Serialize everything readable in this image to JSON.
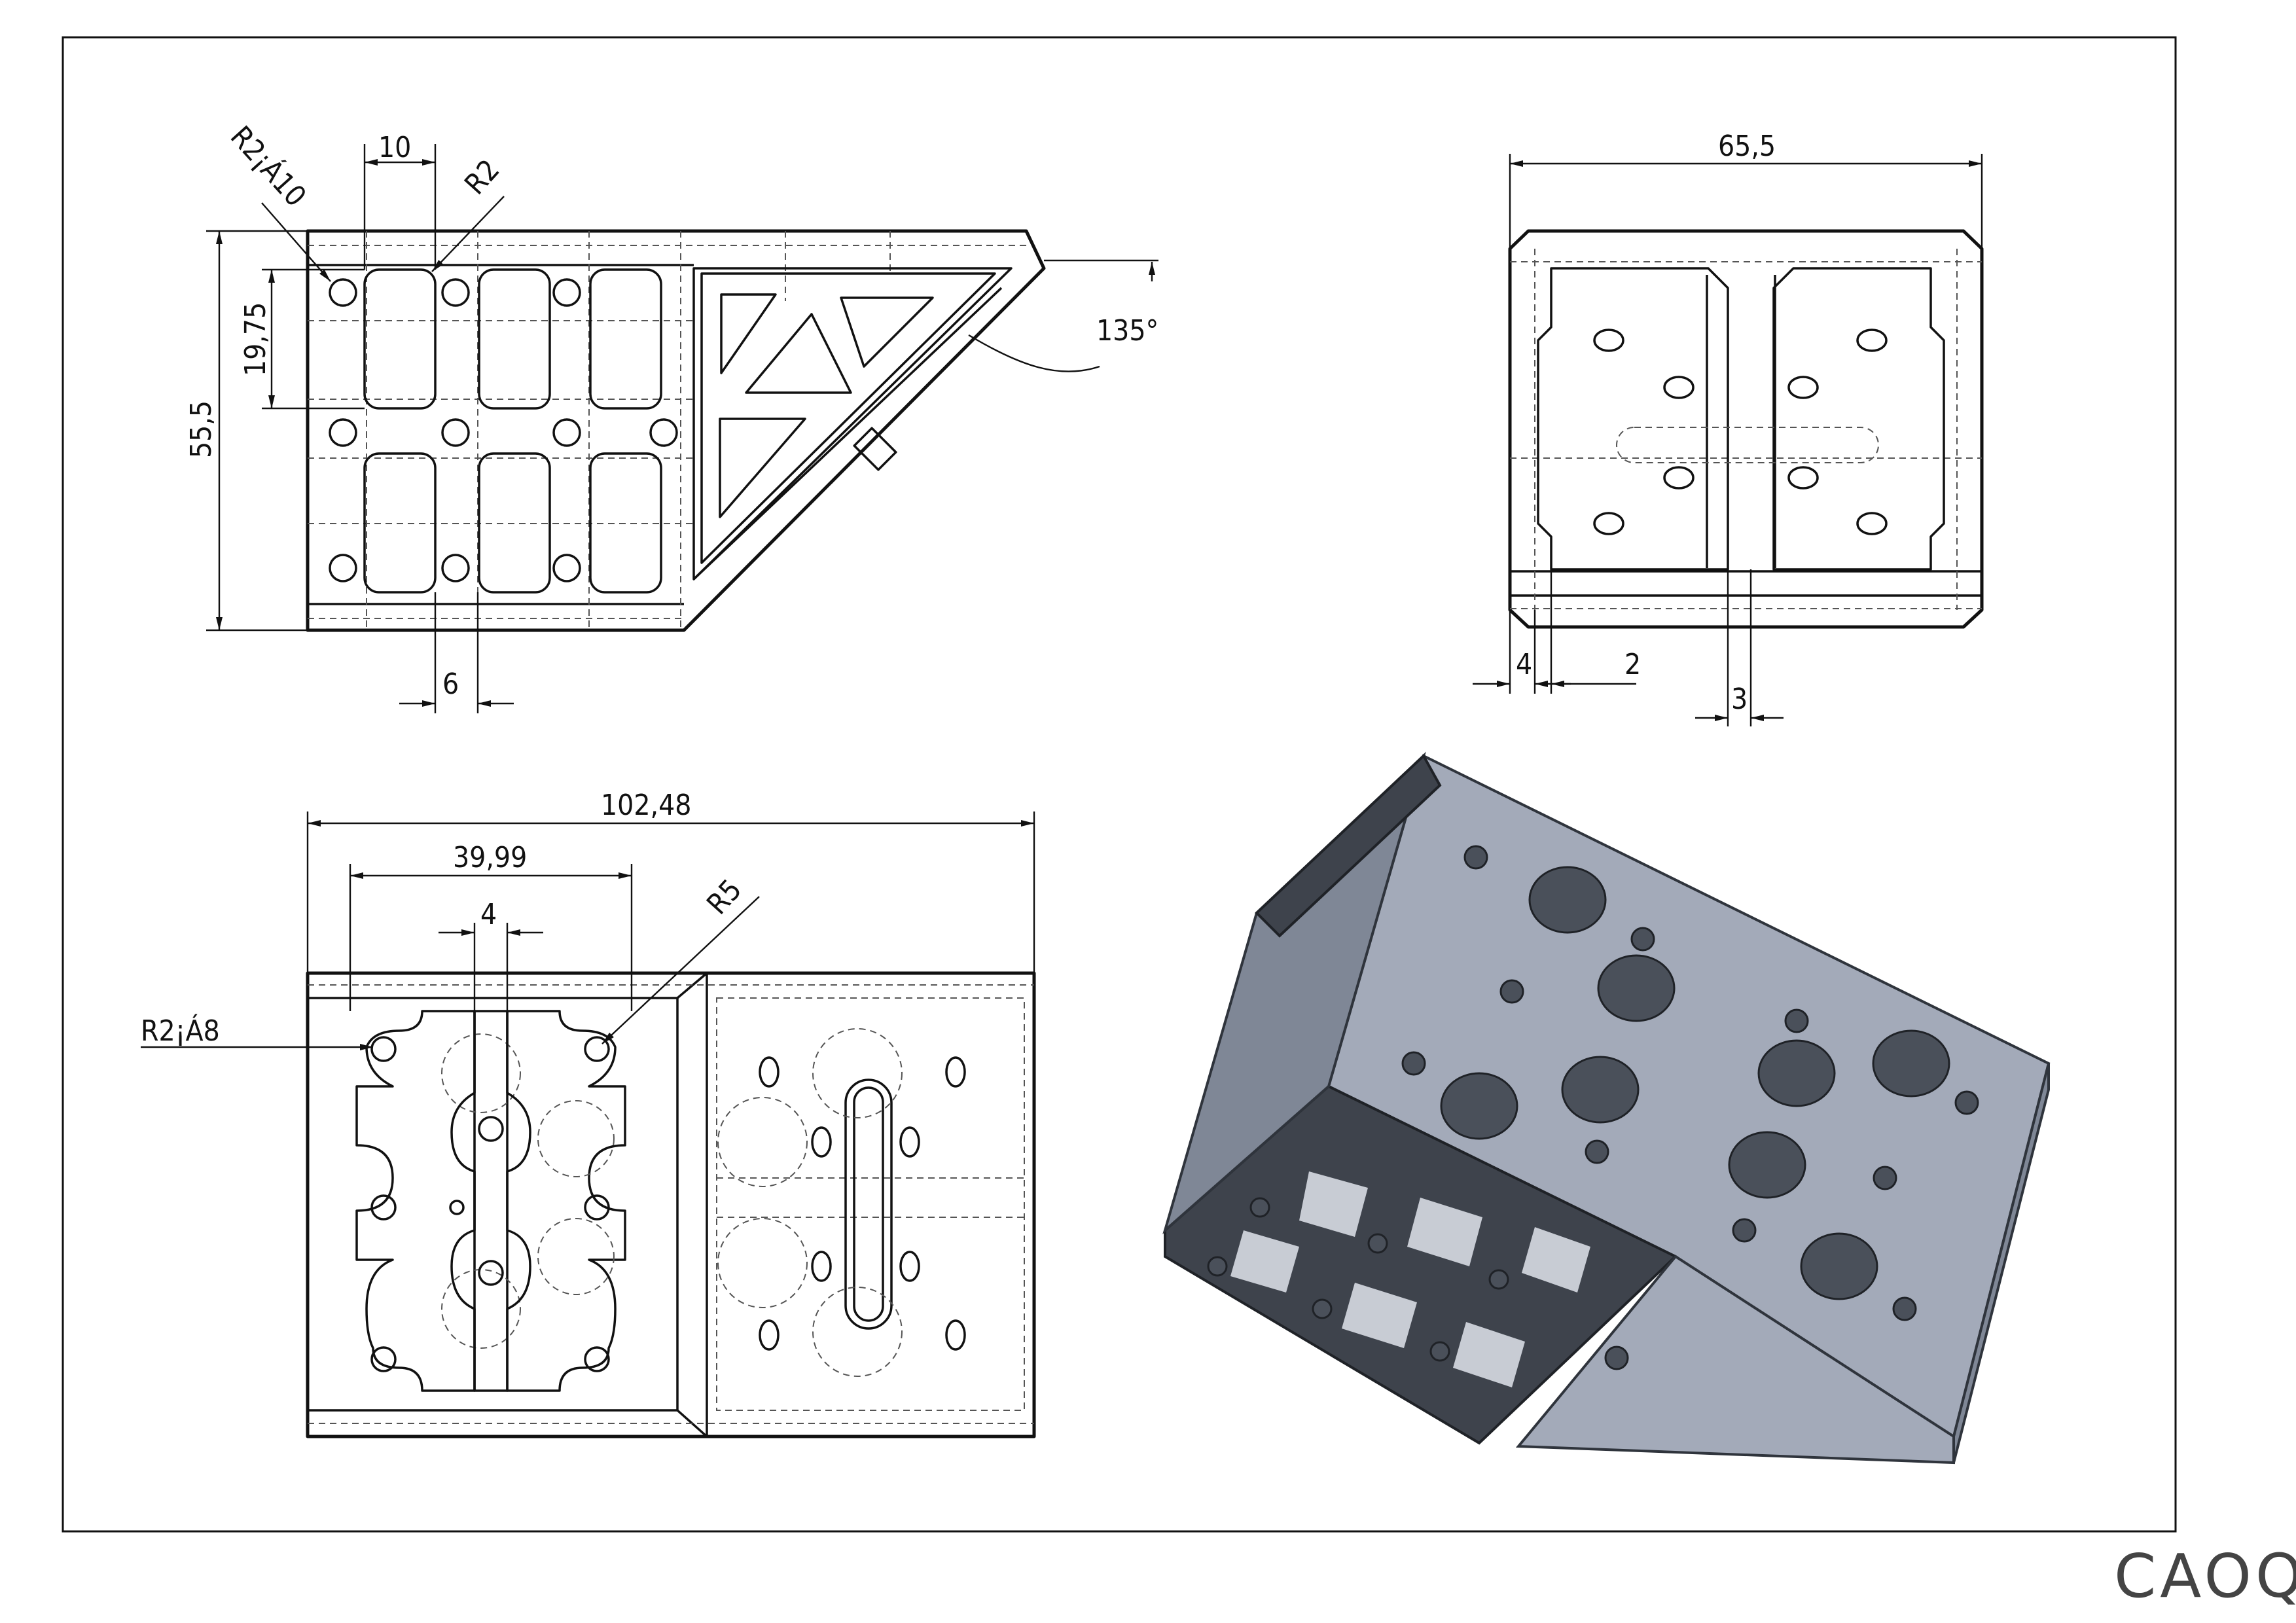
{
  "views": {
    "side": {
      "dims": {
        "width_top": "10",
        "radius_hole": "R2¡Á10",
        "radius_corner": "R2",
        "pitch_v": "19,75",
        "height": "55,5",
        "slot": "6",
        "angle": "135°"
      }
    },
    "front": {
      "dims": {
        "width": "65,5",
        "wall": "4",
        "gap": "2",
        "center": "3"
      }
    },
    "top": {
      "dims": {
        "length": "102,48",
        "span": "39,99",
        "slot": "4",
        "radius_hole": "R2¡Á8",
        "radius_corner": "R5"
      }
    }
  },
  "brand": {
    "logo_text": "CAOQI"
  },
  "colors": {
    "line": "#111111",
    "hidden": "#555555",
    "metal_light": "#a3aab9",
    "metal_mid": "#7f8796",
    "metal_dark": "#3e434c"
  }
}
